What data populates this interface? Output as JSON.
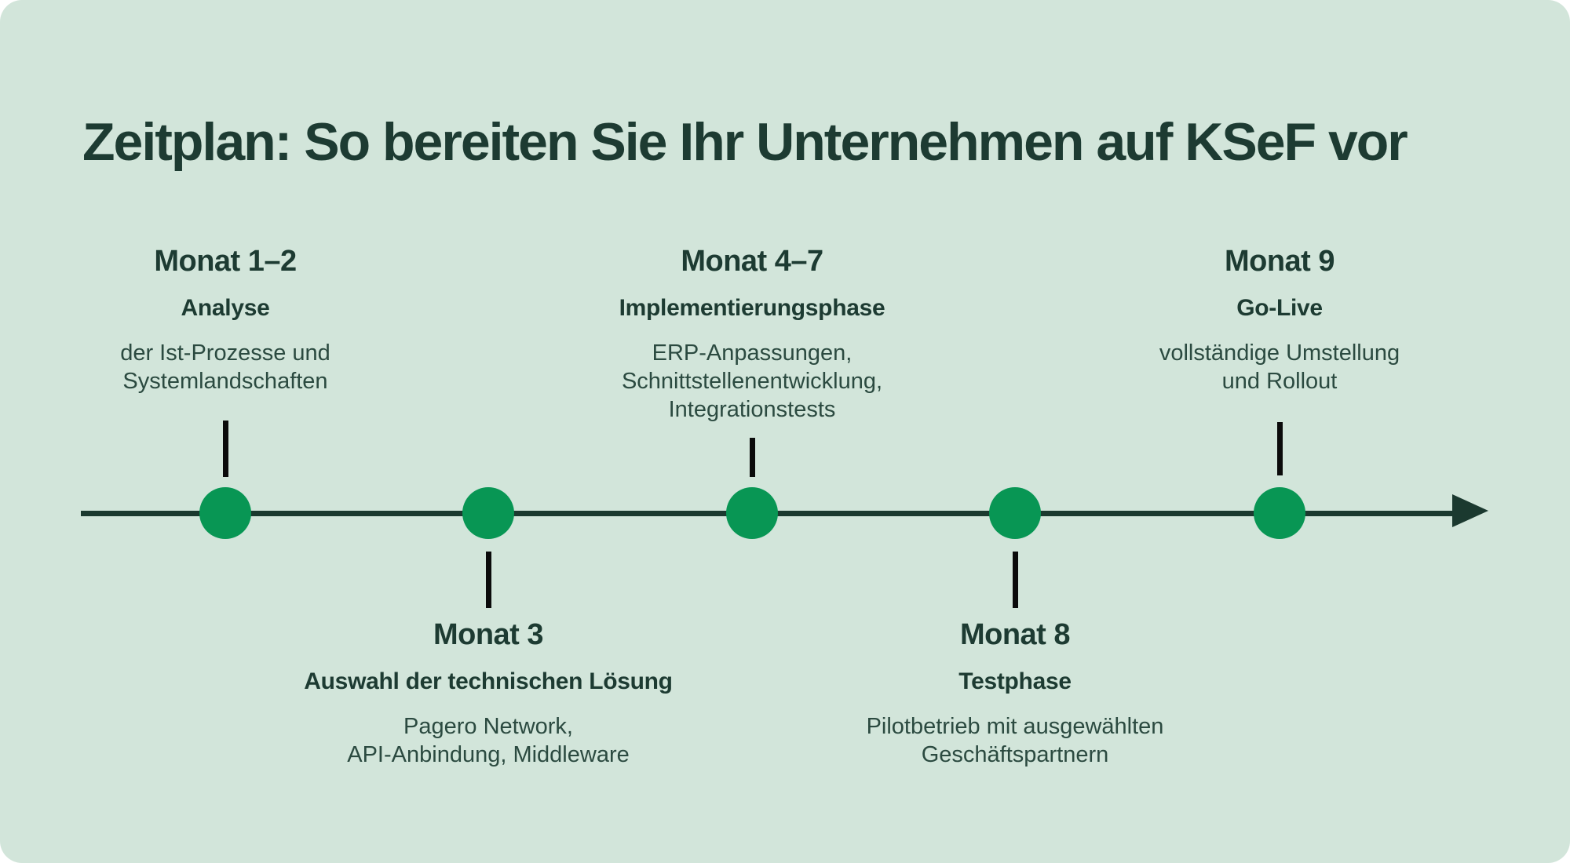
{
  "title": "Zeitplan: So bereiten Sie Ihr Unternehmen auf KSeF vor",
  "colors": {
    "background": "#d2e5da",
    "text_dark": "#1d3b32",
    "text_body": "#2b4a40",
    "dot_green": "#089654",
    "axis_dark_green": "#1b392f",
    "connector_black": "#0b0b0b"
  },
  "timeline": {
    "arrow_icon": "arrow-right-icon",
    "milestones": [
      {
        "month_label": "Monat 1–2",
        "phase": "Analyse",
        "description": "der Ist-Prozesse und\nSystemlandschaften",
        "position": "above"
      },
      {
        "month_label": "Monat 3",
        "phase": "Auswahl der technischen Lösung",
        "description": "Pagero Network,\nAPI-Anbindung, Middleware",
        "position": "below"
      },
      {
        "month_label": "Monat 4–7",
        "phase": "Implementierungsphase",
        "description": "ERP-Anpassungen,\nSchnittstellenentwicklung,\nIntegrationstests",
        "position": "above"
      },
      {
        "month_label": "Monat 8",
        "phase": "Testphase",
        "description": "Pilotbetrieb mit ausgewählten\nGeschäftspartnern",
        "position": "below"
      },
      {
        "month_label": "Monat 9",
        "phase": "Go-Live",
        "description": "vollständige Umstellung\nund Rollout",
        "position": "above"
      }
    ]
  }
}
